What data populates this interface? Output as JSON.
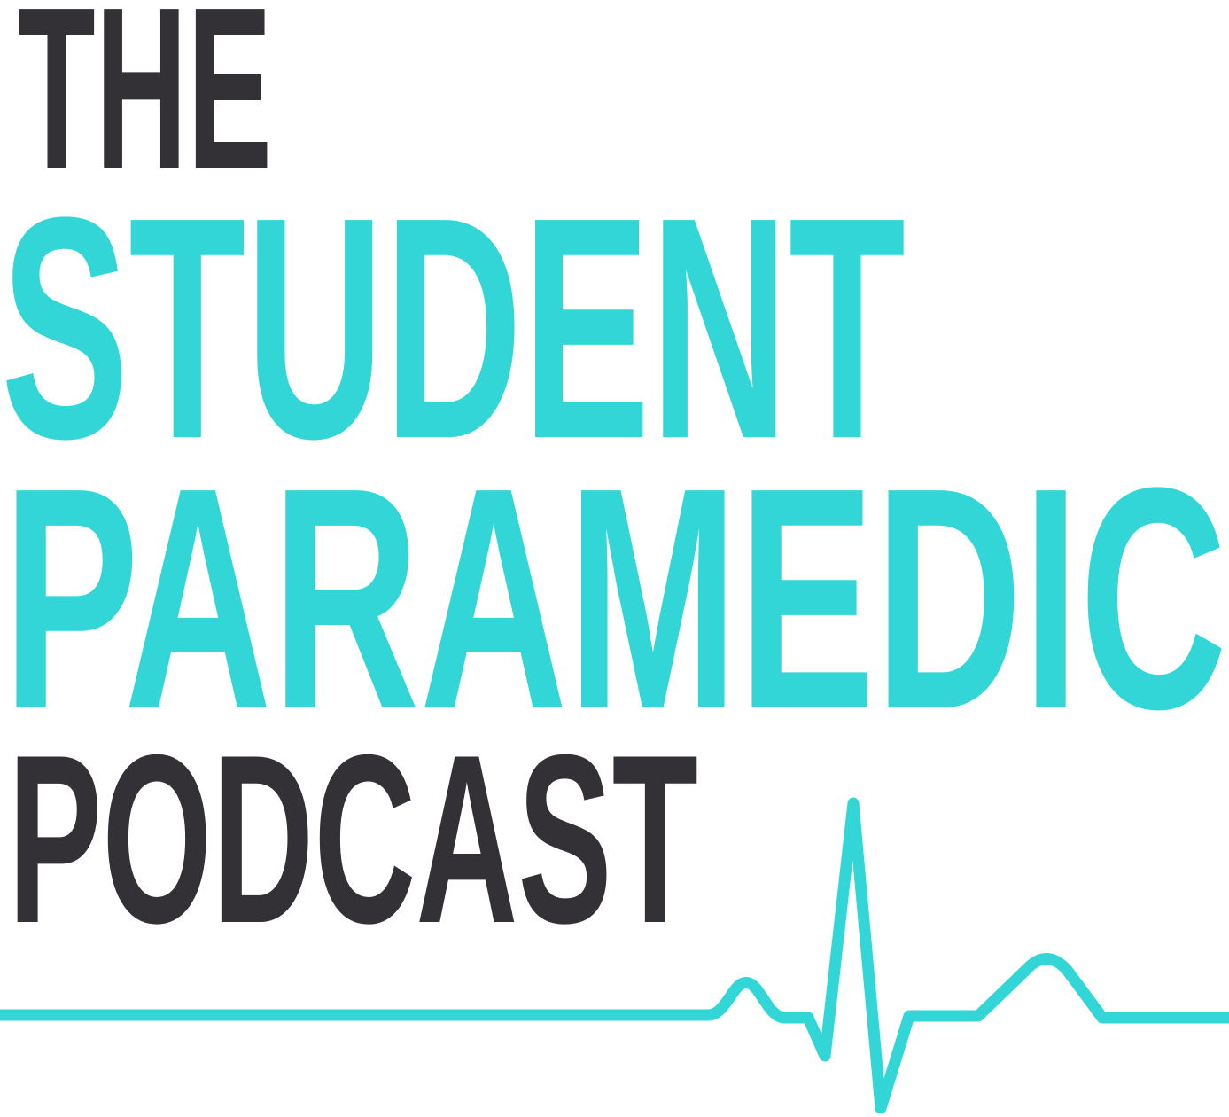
{
  "logo": {
    "line1": "THE",
    "line2": "STUDENT",
    "line3": "PARAMEDIC",
    "line4": "PODCAST",
    "full_title": "The Student Paramedic Podcast"
  },
  "colors": {
    "teal": "#33d6d6",
    "dark": "#333136",
    "background": "#ffffff"
  },
  "icons": {
    "ekg_line": "heartbeat-ekg-trace"
  }
}
